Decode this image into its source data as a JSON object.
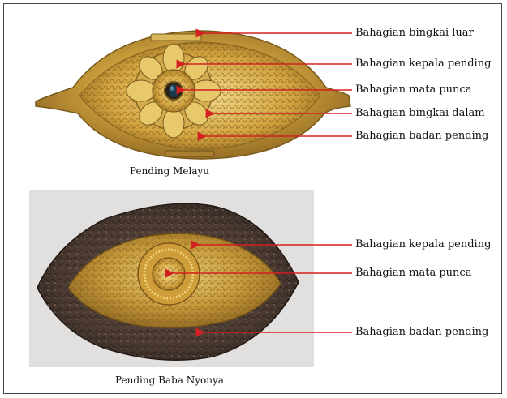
{
  "figure_top": {
    "caption": "Pending Melayu",
    "labels": [
      "Bahagian bingkai luar",
      "Bahagian kepala pending",
      "Bahagian mata punca",
      "Bahagian bingkai dalam",
      "Bahagian badan pending"
    ]
  },
  "figure_bottom": {
    "caption": "Pending Baba Nyonya",
    "labels": [
      "Bahagian kepala pending",
      "Bahagian mata punca",
      "Bahagian badan pending"
    ]
  },
  "colors": {
    "arrow": "#d42020",
    "gold": "#c9a64a",
    "gold_dark": "#8a6a22",
    "silver_dark": "#4a3a32",
    "photo_bg": "#e2e0df"
  }
}
